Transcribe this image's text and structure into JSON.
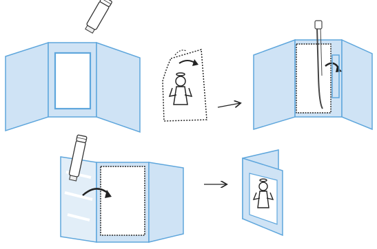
{
  "diagram": {
    "steps": [
      {
        "id": "step-1",
        "kind": "glue-frame-inner-border"
      },
      {
        "id": "step-2",
        "kind": "cut-out-drawing"
      },
      {
        "id": "step-3",
        "kind": "place-drawing-on-frame"
      },
      {
        "id": "step-4",
        "kind": "glue-cover-flap"
      },
      {
        "id": "step-5",
        "kind": "finished-card"
      }
    ],
    "arrows": [
      "arrow-to-step-3",
      "arrow-to-step-5"
    ],
    "colors": {
      "card_fill": "#cfe3f5",
      "card_stroke": "#5ea6dc",
      "outline": "#222222",
      "glue_stick": "#ffffff",
      "page": "#ffffff"
    },
    "icons": [
      "glue-stick-icon",
      "curved-arrow-icon",
      "angel-drawing-icon",
      "scissors-cut-line-icon"
    ]
  }
}
